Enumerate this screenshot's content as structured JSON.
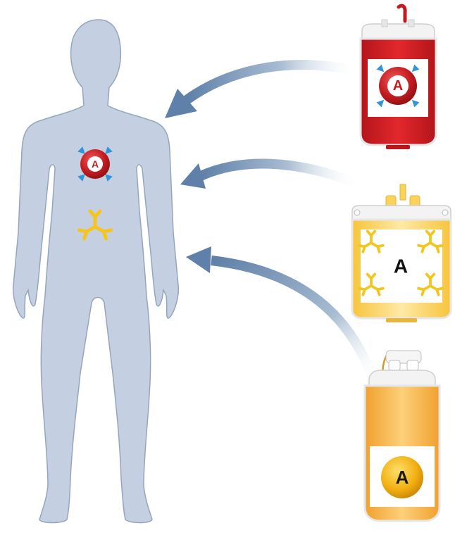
{
  "diagram": {
    "body": {
      "antigen_label": "A"
    },
    "bags": [
      {
        "kind": "red-cells",
        "label": "A"
      },
      {
        "kind": "plasma",
        "label": "A"
      },
      {
        "kind": "platelets",
        "label": "A"
      }
    ]
  },
  "colors": {
    "body_fill": "#c4d0e1",
    "body_stroke": "#94a6bd",
    "red_cell": "#c21a1f",
    "antigen_blue": "#2f95d8",
    "antibody_yellow": "#f4c51c",
    "plasma_yellow": "#fbd35a",
    "platelet_orange": "#f4a93a",
    "arrow_blue": "#6f8fb3"
  }
}
